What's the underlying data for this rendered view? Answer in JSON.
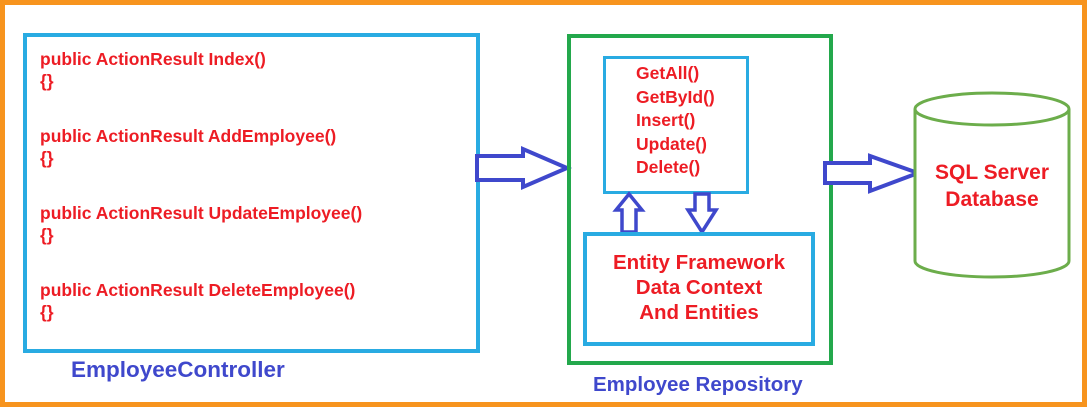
{
  "diagram": {
    "controller": {
      "label": "EmployeeController",
      "methods": [
        {
          "signature": "public ActionResult Index()",
          "body": "{}"
        },
        {
          "signature": "public ActionResult AddEmployee()",
          "body": "{}"
        },
        {
          "signature": "public ActionResult UpdateEmployee()",
          "body": "{}"
        },
        {
          "signature": "public ActionResult DeleteEmployee()",
          "body": "{}"
        }
      ]
    },
    "repository": {
      "label": "Employee Repository",
      "interface_methods": [
        "GetAll()",
        "GetById()",
        "Insert()",
        "Update()",
        "Delete()"
      ],
      "ef_lines": [
        "Entity Framework",
        "Data Context",
        "And Entities"
      ]
    },
    "database": {
      "lines": [
        "SQL Server",
        "Database"
      ]
    },
    "colors": {
      "outer_border": "#F7941E",
      "cyan_border": "#29ABE2",
      "repository_green": "#23A84C",
      "cylinder_green": "#6CAD4B",
      "red_text": "#ED1C24",
      "blue_text": "#3F48CC",
      "arrow_blue": "#3F48CC"
    }
  }
}
